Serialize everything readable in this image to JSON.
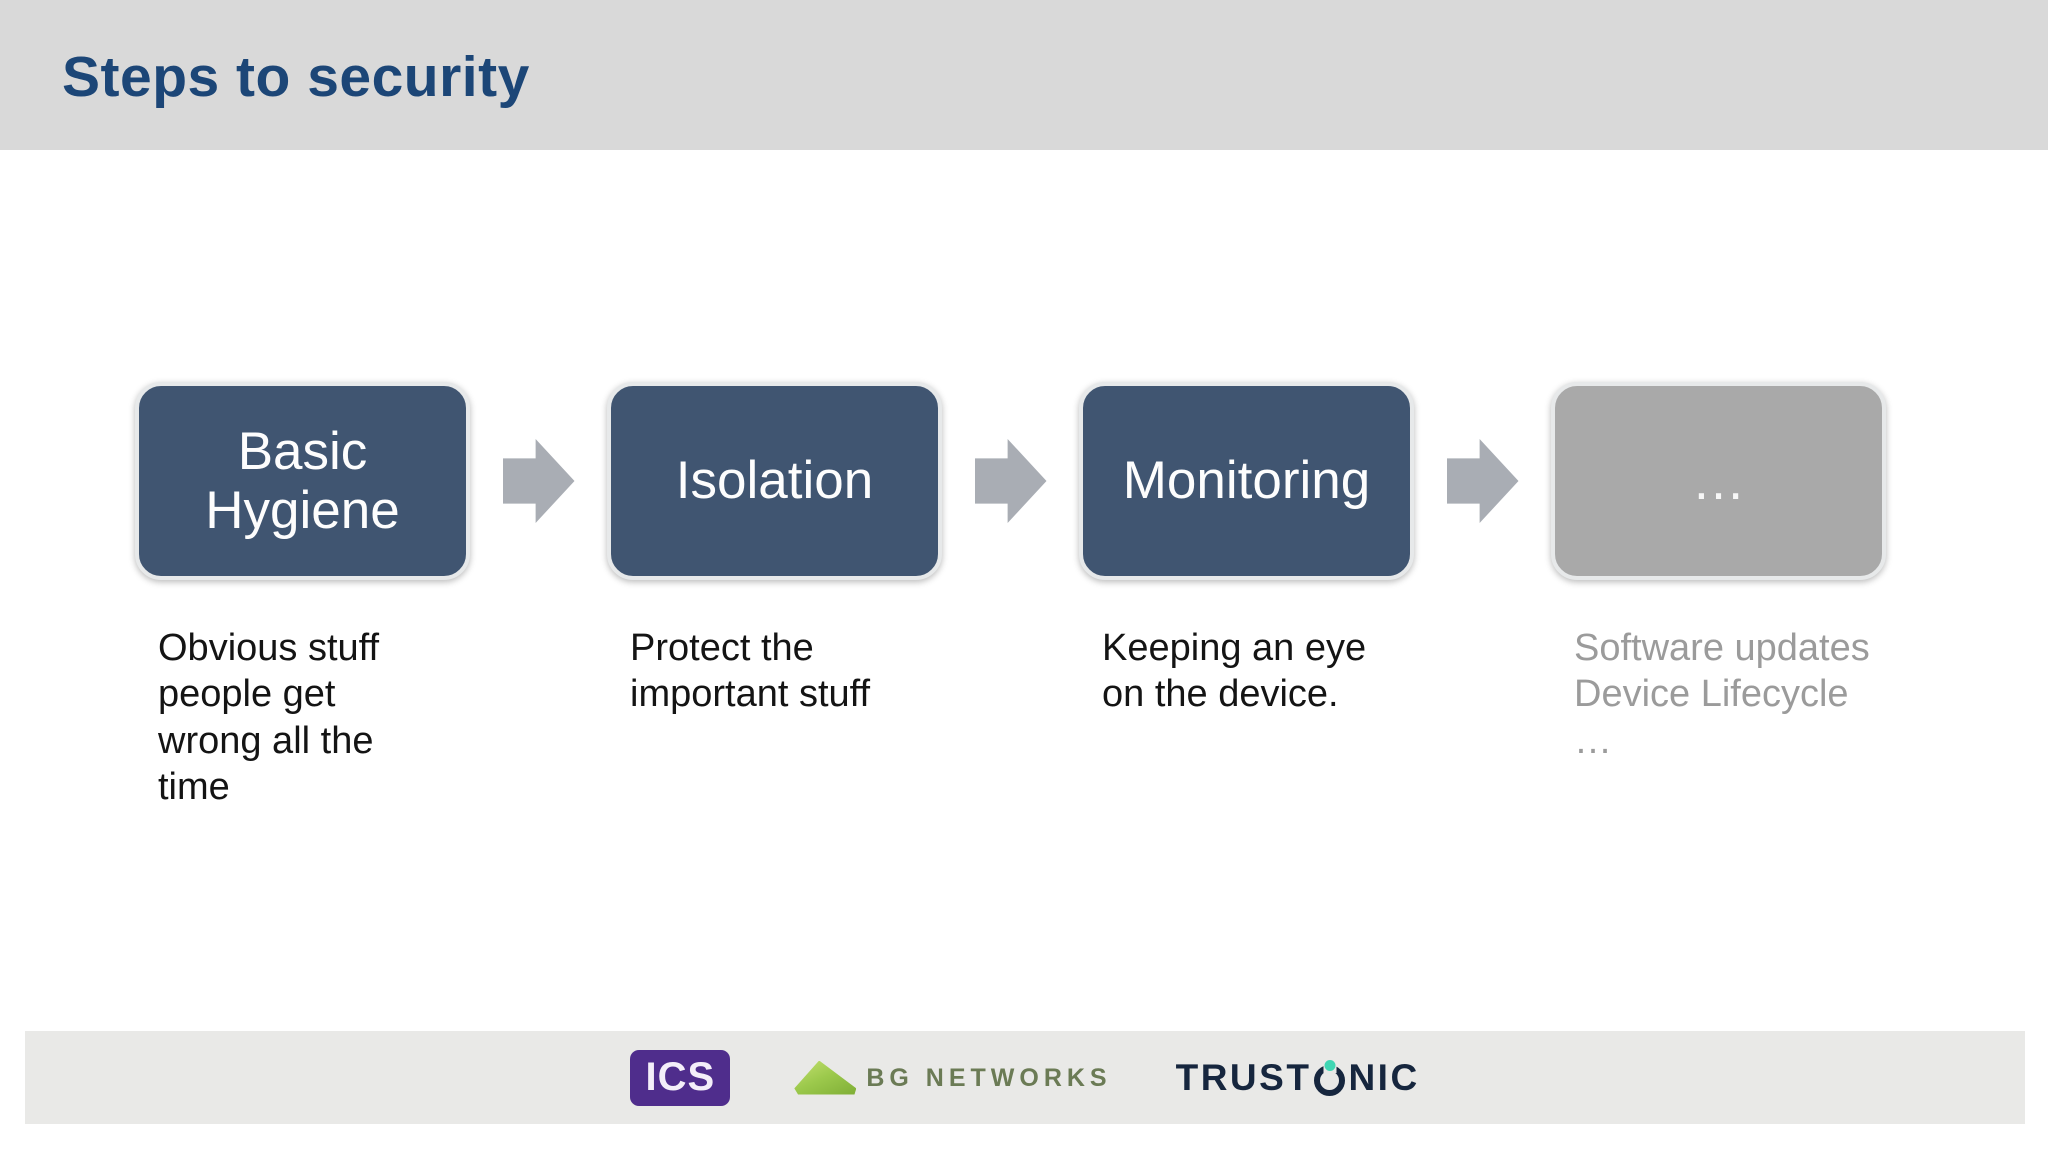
{
  "title": "Steps to security",
  "steps": [
    {
      "label": "Basic\nHygiene",
      "description": "Obvious stuff\npeople get\nwrong all the\ntime"
    },
    {
      "label": "Isolation",
      "description": "Protect the\nimportant stuff"
    },
    {
      "label": "Monitoring",
      "description": "Keeping an eye\non the device."
    },
    {
      "label": "…",
      "description": "Software updates\nDevice Lifecycle\n…"
    }
  ],
  "footer": {
    "logos": [
      {
        "name": "ics",
        "text": "ICS"
      },
      {
        "name": "bg-networks",
        "text": "BG NETWORKS"
      },
      {
        "name": "trustonic",
        "full_text": "TRUSTONIC",
        "text_prefix": "TRUST",
        "text_suffix": "NIC"
      }
    ]
  },
  "colors": {
    "header_bg": "#d9d9d9",
    "title": "#1c4677",
    "step_box": "#405571",
    "step_box_muted": "#a9a9a9",
    "step_box_border": "#e7e9ea",
    "arrow": "#a9adb4",
    "description": "#141414",
    "description_muted": "#9b9b9b",
    "footer_bg": "#e9e9e7",
    "ics_purple": "#4f2d8c",
    "bg_networks_green": "#9cc94c",
    "bg_networks_text": "#6b7b55",
    "trustonic_navy": "#16263e",
    "trustonic_teal": "#3fd6b3"
  }
}
